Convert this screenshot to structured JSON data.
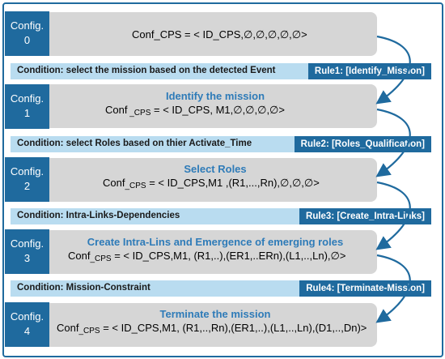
{
  "configs": [
    {
      "label1": "Config.",
      "label2": "0",
      "title": "",
      "expr_prefix": "Conf",
      "expr_sub": "_CPS",
      "expr_rest": " = < ID_CPS,∅,∅,∅,∅,∅>"
    },
    {
      "label1": "Config.",
      "label2": "1",
      "title": "Identify the mission",
      "expr_prefix": "Conf",
      "expr_sub": " _CPS",
      "expr_rest": " = < ID_CPS, M1,∅,∅,∅,∅>"
    },
    {
      "label1": "Config.",
      "label2": "2",
      "title": "Select Roles",
      "expr_prefix": "Conf",
      "expr_sub": "_CPS",
      "expr_rest": " = < ID_CPS,M1 ,(R1,...,Rn),∅,∅,∅>"
    },
    {
      "label1": "Config.",
      "label2": "3",
      "title": "Create Intra-Lins and Emergence of emerging roles",
      "expr_prefix": "Conf",
      "expr_sub": "_CPS",
      "expr_rest": " = < ID_CPS,M1, (R1,..),(ER1,..ERn),(L1,..,Ln),∅>"
    },
    {
      "label1": "Config.",
      "label2": "4",
      "title": "Terminate the mission",
      "expr_prefix": "Conf",
      "expr_sub": "_CPS",
      "expr_rest": " = < ID_CPS,M1, (R1,..,Rn),(ER1,..),(L1,..,Ln),(D1,..,Dn)>"
    }
  ],
  "conditions": [
    {
      "text": "Condition: select the mission based on the detected Event",
      "rule": "Rule1: [Identify_Mission]"
    },
    {
      "text": "Condition: select Roles based on thier Activate_Time",
      "rule": "Rule2: [Roles_Qualification]"
    },
    {
      "text": "Condition: Intra-Links-Dependencies",
      "rule": "Rule3: [Create_Intra-Links]"
    },
    {
      "text": "Condition: Mission-Constraint",
      "rule": "Rule4: [Terminate-Mission]"
    }
  ],
  "colors": {
    "accent": "#1f6a9e",
    "title": "#2e7bb8",
    "condition_bg": "#b9dcf0",
    "panel_bg": "#d6d6d6"
  }
}
